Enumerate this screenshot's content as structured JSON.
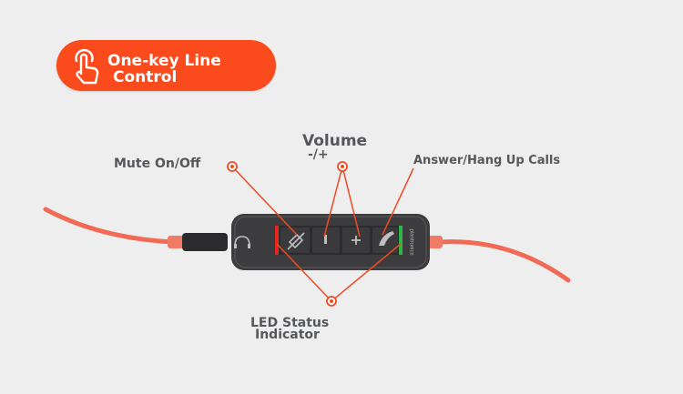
{
  "badge": {
    "line1": "One-key Line",
    "line2": "Control"
  },
  "labels": {
    "mute": "Mute On/Off",
    "volume": "Volume",
    "volume_sub": "-/+",
    "answer": "Answer/Hang Up Calls",
    "led_line1": "LED Status",
    "led_line2": "Indicator"
  },
  "device": {
    "brand": "plantronics"
  },
  "colors": {
    "accent": "#fb4a1c",
    "cable": "#f06a55",
    "body": "#3c3c3e",
    "led_red": "#e8261c",
    "led_green": "#2fb44a"
  }
}
